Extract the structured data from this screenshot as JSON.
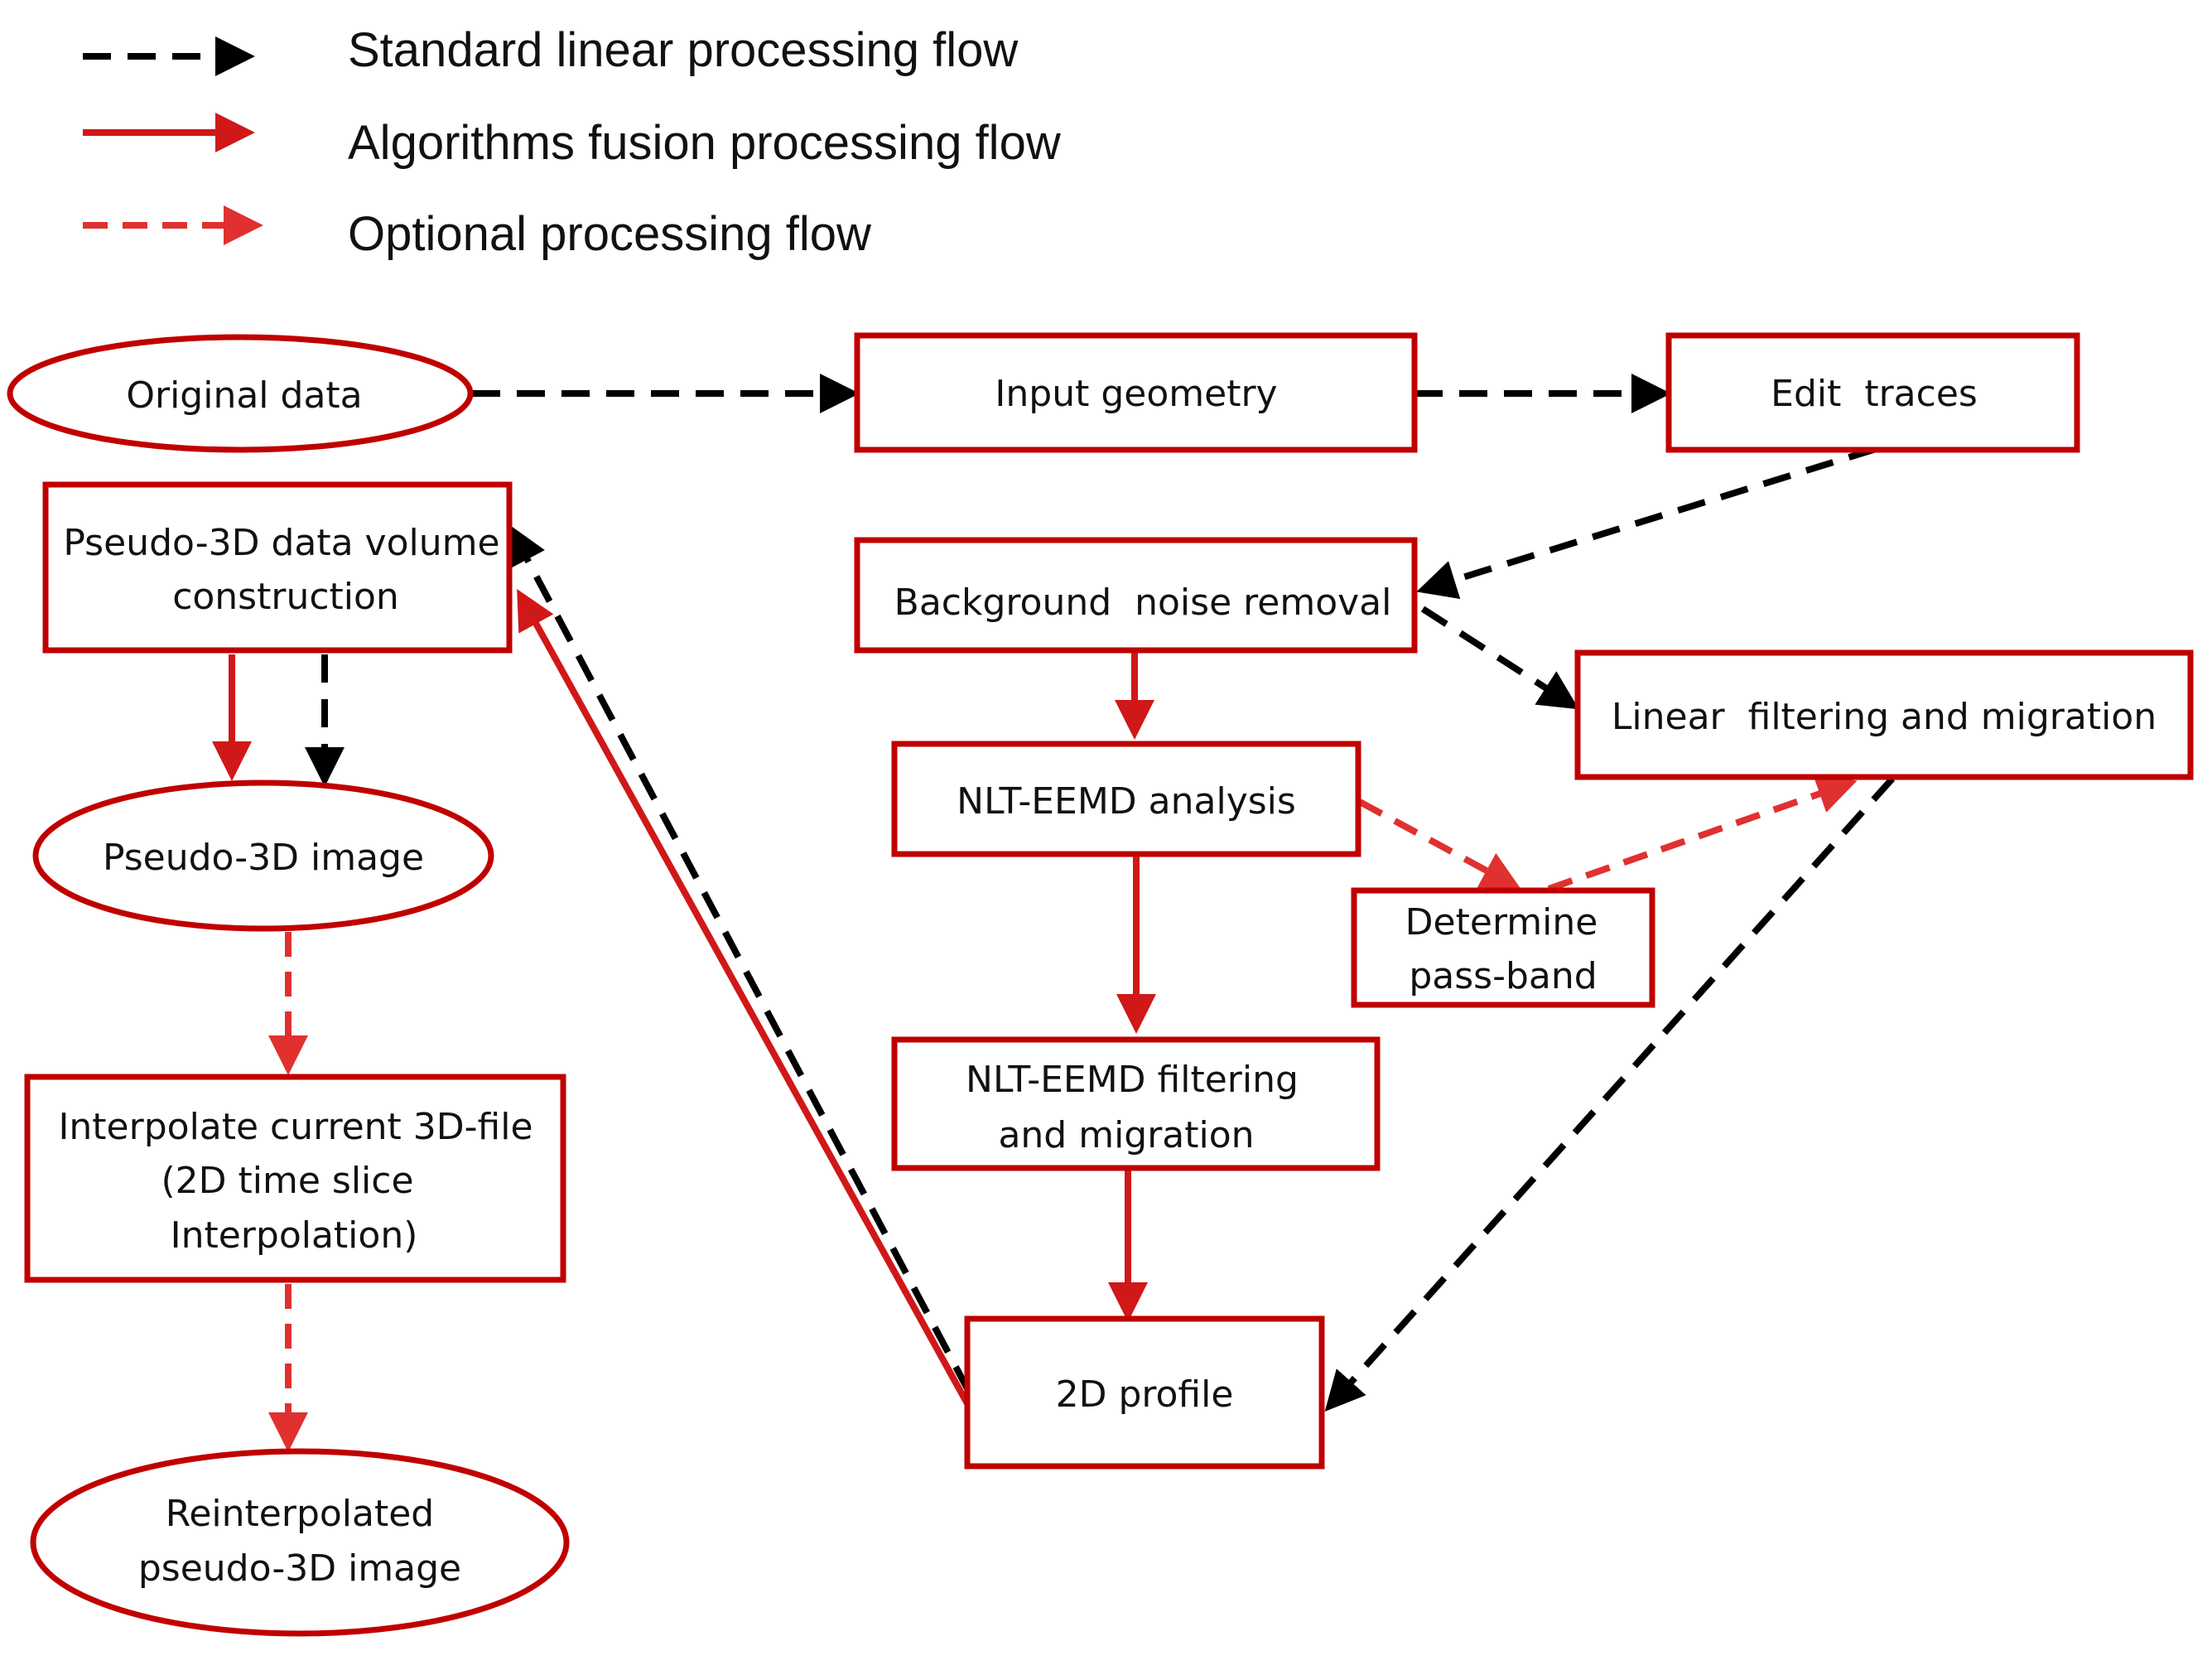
{
  "colors": {
    "node_border": "#c00000",
    "standard_flow": "#000000",
    "fusion_flow": "#d01818",
    "optional_flow": "#e03030"
  },
  "legend": [
    {
      "key": "standard",
      "label": "Standard linear processing flow",
      "style": "black-dashed-arrow"
    },
    {
      "key": "fusion",
      "label": "Algorithms fusion processing flow",
      "style": "red-solid-arrow"
    },
    {
      "key": "optional",
      "label": "Optional processing flow",
      "style": "red-dashed-arrow"
    }
  ],
  "nodes": {
    "original_data": {
      "shape": "ellipse",
      "lines": [
        "Original data"
      ]
    },
    "input_geometry": {
      "shape": "rect",
      "lines": [
        "Input geometry"
      ]
    },
    "edit_traces": {
      "shape": "rect",
      "lines": [
        "Edit  traces"
      ]
    },
    "pseudo3d_volume": {
      "shape": "rect",
      "lines": [
        "Pseudo-3D data volume",
        "construction"
      ]
    },
    "background_noise": {
      "shape": "rect",
      "lines": [
        "Background  noise removal"
      ]
    },
    "linear_filtering": {
      "shape": "rect",
      "lines": [
        "Linear  filtering and migration"
      ]
    },
    "pseudo3d_image": {
      "shape": "ellipse",
      "lines": [
        "Pseudo-3D image"
      ]
    },
    "nlt_analysis": {
      "shape": "rect",
      "lines": [
        "NLT-EEMD analysis"
      ]
    },
    "determine_passband": {
      "shape": "rect",
      "lines": [
        "Determine",
        "pass-band"
      ]
    },
    "interpolate": {
      "shape": "rect",
      "lines": [
        "Interpolate current 3D-file",
        "(2D time slice",
        "Interpolation)"
      ]
    },
    "nlt_filtering": {
      "shape": "rect",
      "lines": [
        "NLT-EEMD filtering",
        "and migration"
      ]
    },
    "profile_2d": {
      "shape": "rect",
      "lines": [
        "2D profile"
      ]
    },
    "reinterpolated": {
      "shape": "ellipse",
      "lines": [
        "Reinterpolated",
        "pseudo-3D image"
      ]
    }
  },
  "edges": [
    {
      "from": "original_data",
      "to": "input_geometry",
      "flow": "standard"
    },
    {
      "from": "input_geometry",
      "to": "edit_traces",
      "flow": "standard"
    },
    {
      "from": "edit_traces",
      "to": "background_noise",
      "flow": "standard"
    },
    {
      "from": "background_noise",
      "to": "linear_filtering",
      "flow": "standard"
    },
    {
      "from": "linear_filtering",
      "to": "profile_2d",
      "flow": "standard"
    },
    {
      "from": "profile_2d",
      "to": "pseudo3d_volume",
      "flow": "standard"
    },
    {
      "from": "pseudo3d_volume",
      "to": "pseudo3d_image",
      "flow": "standard"
    },
    {
      "from": "background_noise",
      "to": "nlt_analysis",
      "flow": "fusion"
    },
    {
      "from": "nlt_analysis",
      "to": "nlt_filtering",
      "flow": "fusion"
    },
    {
      "from": "nlt_filtering",
      "to": "profile_2d",
      "flow": "fusion"
    },
    {
      "from": "profile_2d",
      "to": "pseudo3d_volume",
      "flow": "fusion"
    },
    {
      "from": "pseudo3d_volume",
      "to": "pseudo3d_image",
      "flow": "fusion"
    },
    {
      "from": "nlt_analysis",
      "to": "determine_passband",
      "flow": "optional"
    },
    {
      "from": "determine_passband",
      "to": "linear_filtering",
      "flow": "optional"
    },
    {
      "from": "pseudo3d_image",
      "to": "interpolate",
      "flow": "optional"
    },
    {
      "from": "interpolate",
      "to": "reinterpolated",
      "flow": "optional"
    }
  ]
}
